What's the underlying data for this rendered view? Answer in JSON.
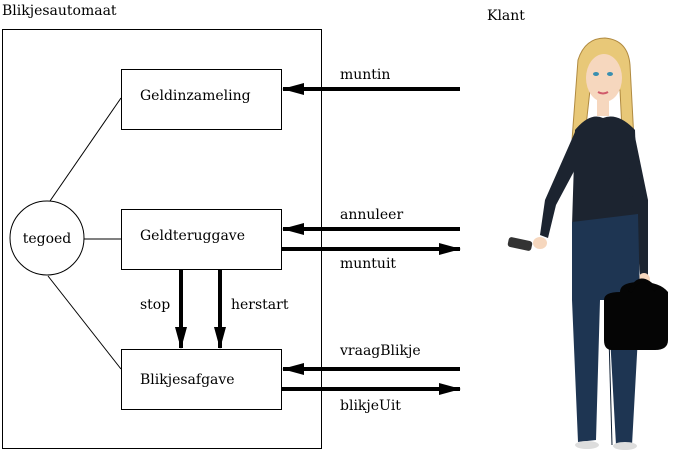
{
  "system_title": "Blikjesautomaat",
  "actor_label": "Klant",
  "components": {
    "collection": "Geldinzameling",
    "refund": "Geldteruggave",
    "dispense": "Blikjesafgave",
    "credit": "tegoed"
  },
  "messages": {
    "coin_in": "muntin",
    "cancel": "annuleer",
    "coin_out": "muntuit",
    "request_can": "vraagBlikje",
    "can_out": "blikjeUit",
    "stop": "stop",
    "restart": "herstart"
  }
}
